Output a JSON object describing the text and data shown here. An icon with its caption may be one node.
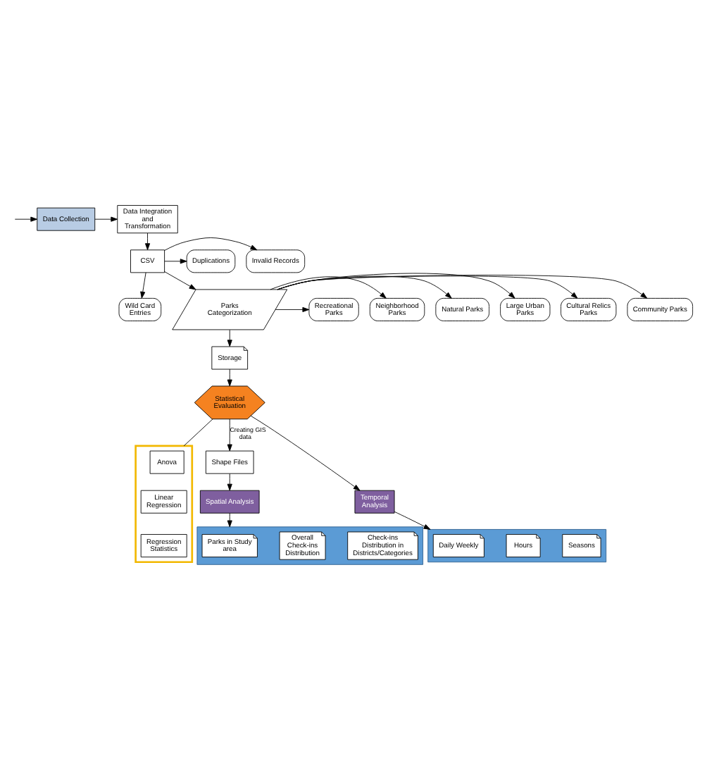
{
  "diagram": {
    "nodes": [
      {
        "text": [
          "Data Collection"
        ]
      },
      {
        "text": [
          "Data Integration and Transformation"
        ]
      },
      {
        "text": [
          "CSV"
        ]
      },
      {
        "text": [
          "Wild Card Entries"
        ]
      },
      {
        "text": [
          "Invalid Records"
        ]
      },
      {
        "text": [
          "Duplications"
        ]
      },
      {
        "text": [
          "Parks Categorization"
        ]
      },
      {
        "text": [
          "Community Parks"
        ]
      },
      {
        "text": [
          "Cultural Relics Parks"
        ]
      },
      {
        "text": [
          "Large Urban Parks"
        ]
      },
      {
        "text": [
          "Natural Parks"
        ]
      },
      {
        "text": [
          "Neighborhood Parks"
        ]
      },
      {
        "text": [
          "Recreational Parks"
        ]
      },
      {
        "text": [
          "Storage"
        ]
      },
      {
        "text": [
          "Statistical Evaluation"
        ]
      },
      {
        "text": [
          "Shape Files"
        ]
      },
      {
        "text": [],
        "shape": "box"
      },
      {
        "text": [
          "Anova"
        ],
        "in": 16
      },
      {
        "text": [
          "Linear Regression"
        ],
        "in": 16
      },
      {
        "text": [
          "Regression Statistics"
        ],
        "in": 16
      },
      {
        "text": [
          "Spatial Analysis"
        ]
      },
      {
        "text": [
          "Temporal Analysis"
        ]
      },
      {
        "text": [],
        "shape": "banner"
      },
      {
        "text": [
          "Parks in Study area"
        ],
        "in": 22
      },
      {
        "text": [
          "Overall Check-ins Distribution"
        ],
        "in": 22
      },
      {
        "text": [
          "Check-ins Distribution in Districts/Categories"
        ],
        "in": 22
      },
      {
        "text": [],
        "shape": "banner"
      },
      {
        "text": [
          "Daily Weekly"
        ],
        "in": 26
      },
      {
        "text": [
          "Hours"
        ],
        "in": 26
      },
      {
        "text": [
          "Seasons"
        ],
        "in": 26
      }
    ],
    "edges": [
      {
        "from": null,
        "to": 0,
        "arrow": "to"
      },
      {
        "from": 0,
        "to": 1,
        "arrow": "to"
      },
      {
        "from": 1,
        "to": 2,
        "arrow": "to"
      },
      {
        "from": 2,
        "to": 3,
        "arrow": "to"
      },
      {
        "from": 2,
        "to": 4,
        "arrow": "to"
      },
      {
        "from": 2,
        "to": 5,
        "arrow": "to"
      },
      {
        "from": 2,
        "to": 6,
        "arrow": "to"
      },
      {
        "from": 6,
        "to": 7,
        "arrow": "to"
      },
      {
        "from": 6,
        "to": 8,
        "arrow": "to"
      },
      {
        "from": 6,
        "to": 9,
        "arrow": "to"
      },
      {
        "from": 6,
        "to": 10,
        "arrow": "to"
      },
      {
        "from": 6,
        "to": 11,
        "arrow": "to"
      },
      {
        "from": 6,
        "to": 12,
        "arrow": "to"
      },
      {
        "from": 6,
        "to": 13,
        "arrow": "to"
      },
      {
        "from": 13,
        "to": 14,
        "arrow": "to"
      },
      {
        "from": 14,
        "to": 15,
        "arrow": "to",
        "label": "Creating GIS data"
      },
      {
        "from": 14,
        "to": 16,
        "arrow": "none"
      },
      {
        "from": 14,
        "to": 21,
        "arrow": "to"
      },
      {
        "from": 15,
        "to": 20,
        "arrow": "to"
      },
      {
        "from": 20,
        "to": 22,
        "arrow": "to"
      },
      {
        "from": 21,
        "to": 26,
        "arrow": "to"
      }
    ]
  }
}
